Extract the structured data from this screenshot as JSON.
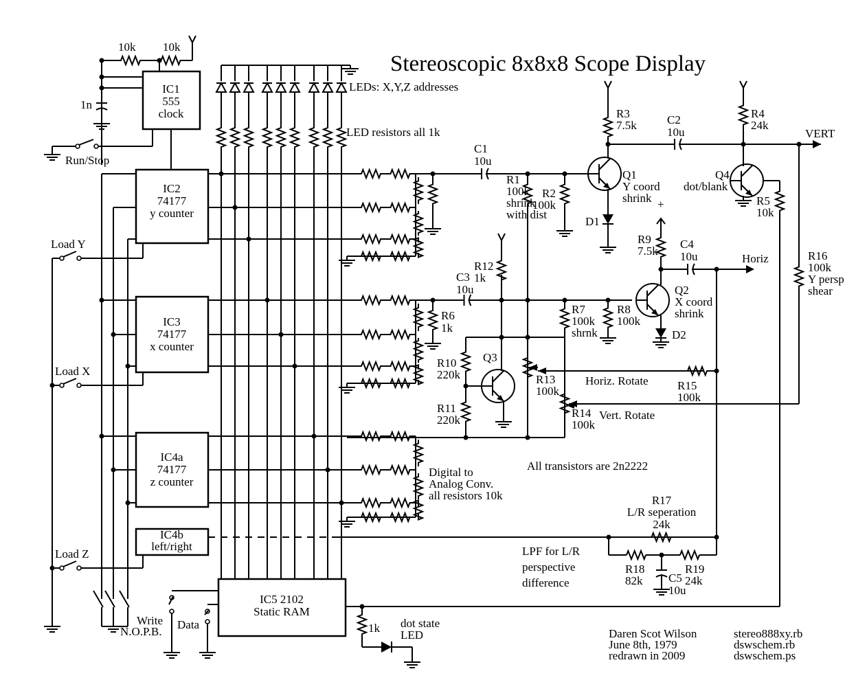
{
  "title": "Stereoscopic 8x8x8 Scope Display",
  "labels": {
    "r_top_a": "10k",
    "r_top_b": "10k",
    "ic1": [
      "IC1",
      "555",
      "clock"
    ],
    "c_1n": "1n",
    "run_stop": "Run/Stop",
    "ic2": [
      "IC2",
      "74177",
      "y counter"
    ],
    "ic3": [
      "IC3",
      "74177",
      "x counter"
    ],
    "ic4a": [
      "IC4a",
      "74177",
      "z counter"
    ],
    "ic4b": [
      "IC4b",
      "left/right"
    ],
    "ic5": [
      "IC5    2102",
      "Static RAM"
    ],
    "load_y": "Load Y",
    "load_x": "Load X",
    "load_z": "Load Z",
    "write": "Write",
    "data": "Data",
    "nopb": "N.O.P.B.",
    "leds": "LEDs: X,Y,Z addresses",
    "led_res": "LED resistors all 1k",
    "c1": [
      "C1",
      "10u"
    ],
    "c2": [
      "C2",
      "10u"
    ],
    "c3": [
      "C3",
      "10u"
    ],
    "c4": [
      "C4",
      "10u"
    ],
    "c5": [
      "C5",
      "10u"
    ],
    "r1": [
      "R1",
      "100k",
      "shrink",
      "with dist"
    ],
    "r2": [
      "R2",
      "100k"
    ],
    "r3": [
      "R3",
      "7.5k"
    ],
    "r4": [
      "R4",
      "24k"
    ],
    "r5": [
      "R5",
      "10k"
    ],
    "r6": [
      "R6",
      "1k"
    ],
    "r7": [
      "R7",
      "100k",
      "shrnk"
    ],
    "r8": [
      "R8",
      "100k"
    ],
    "r9": [
      "R9",
      "7.5k"
    ],
    "r10": [
      "R10",
      "220k"
    ],
    "r11": [
      "R11",
      "220k"
    ],
    "r12": [
      "R12",
      "1k"
    ],
    "r13": [
      "R13",
      "100k"
    ],
    "r14": [
      "R14",
      "100k"
    ],
    "r15": [
      "R15",
      "100k"
    ],
    "r16": [
      "R16",
      "100k",
      "Y persp",
      "shear"
    ],
    "r17": [
      "R17",
      "L/R seperation",
      "24k"
    ],
    "r18": [
      "R18",
      "82k"
    ],
    "r19": [
      "R19",
      "24k"
    ],
    "r_1k_a": "1k",
    "r_1k_b": "1k",
    "q1": [
      "Q1",
      "Y coord",
      "shrink"
    ],
    "q2": [
      "Q2",
      "X coord",
      "shrink"
    ],
    "q3": "Q3",
    "q4": [
      "Q4",
      "dot/blank"
    ],
    "d1": "D1",
    "d2": "D2",
    "vert": "VERT",
    "horiz": "Horiz",
    "horiz_rotate": "Horiz. Rotate",
    "vert_rotate": "Vert. Rotate",
    "dac": [
      "Digital to",
      "Analog Conv.",
      "all resistors 10k"
    ],
    "transistors": "All transistors are 2n2222",
    "lpf": [
      "LPF for L/R",
      "perspective",
      "difference"
    ],
    "dot_state": [
      "dot state",
      "LED"
    ],
    "plus": "+",
    "credits": [
      "Daren Scot Wilson",
      "June 8th, 1979",
      "redrawn in 2009"
    ],
    "files": [
      "stereo888xy.rb",
      "dswschem.rb",
      "dswschem.ps"
    ]
  }
}
